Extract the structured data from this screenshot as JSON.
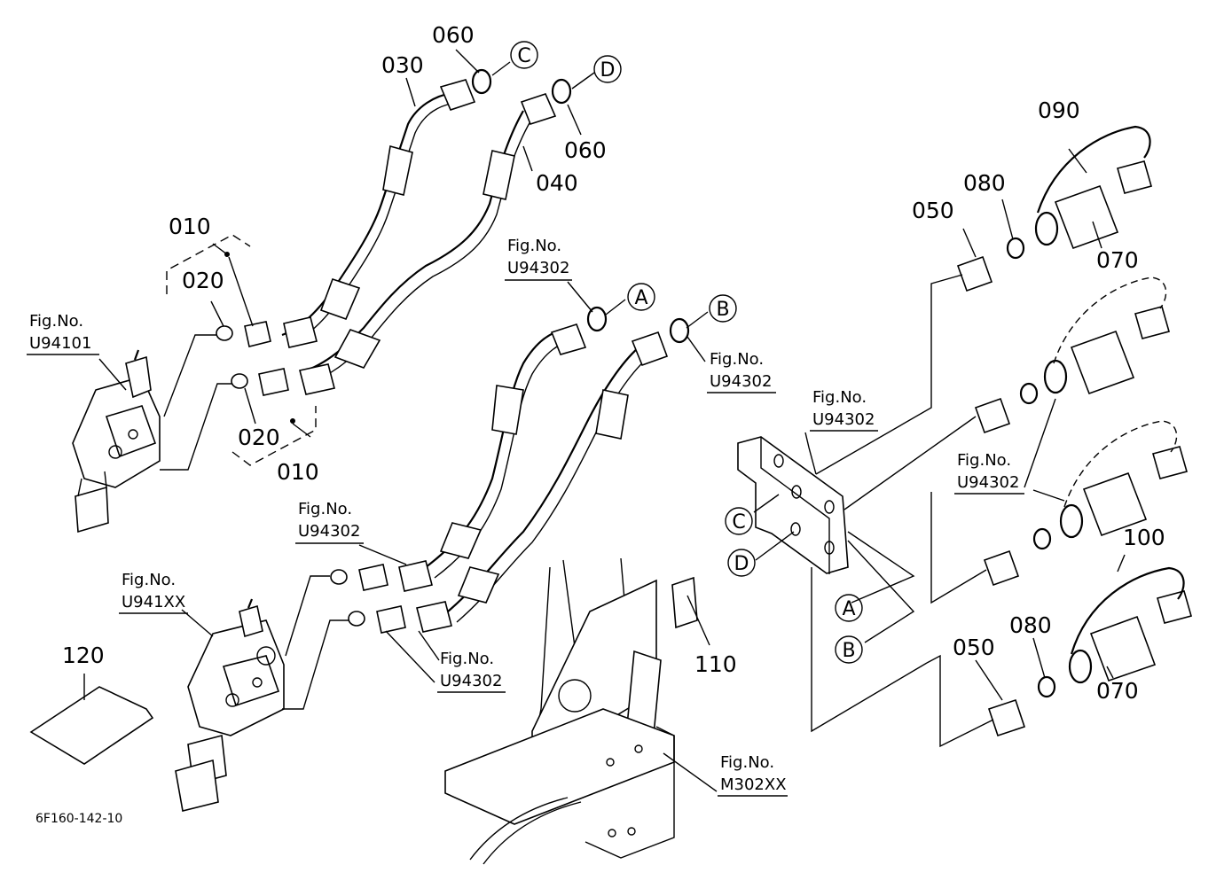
{
  "parts": {
    "p010a": "010",
    "p010b": "010",
    "p020a": "020",
    "p020b": "020",
    "p030": "030",
    "p040": "040",
    "p050a": "050",
    "p050b": "050",
    "p060a": "060",
    "p060b": "060",
    "p070a": "070",
    "p070b": "070",
    "p080a": "080",
    "p080b": "080",
    "p090": "090",
    "p100": "100",
    "p110": "110",
    "p120": "120"
  },
  "refs": {
    "fig_label": "Fig.No.",
    "r1": "U94101",
    "r2": "U94302",
    "r3": "U94302",
    "r4": "U94302",
    "r5": "U94302",
    "r6": "U94302",
    "r7": "U94302",
    "r8": "U941XX",
    "r9": "M302XX"
  },
  "connectors": {
    "A": "A",
    "B": "B",
    "C": "C",
    "D": "D"
  },
  "footer": {
    "code": "6F160-142-10"
  }
}
